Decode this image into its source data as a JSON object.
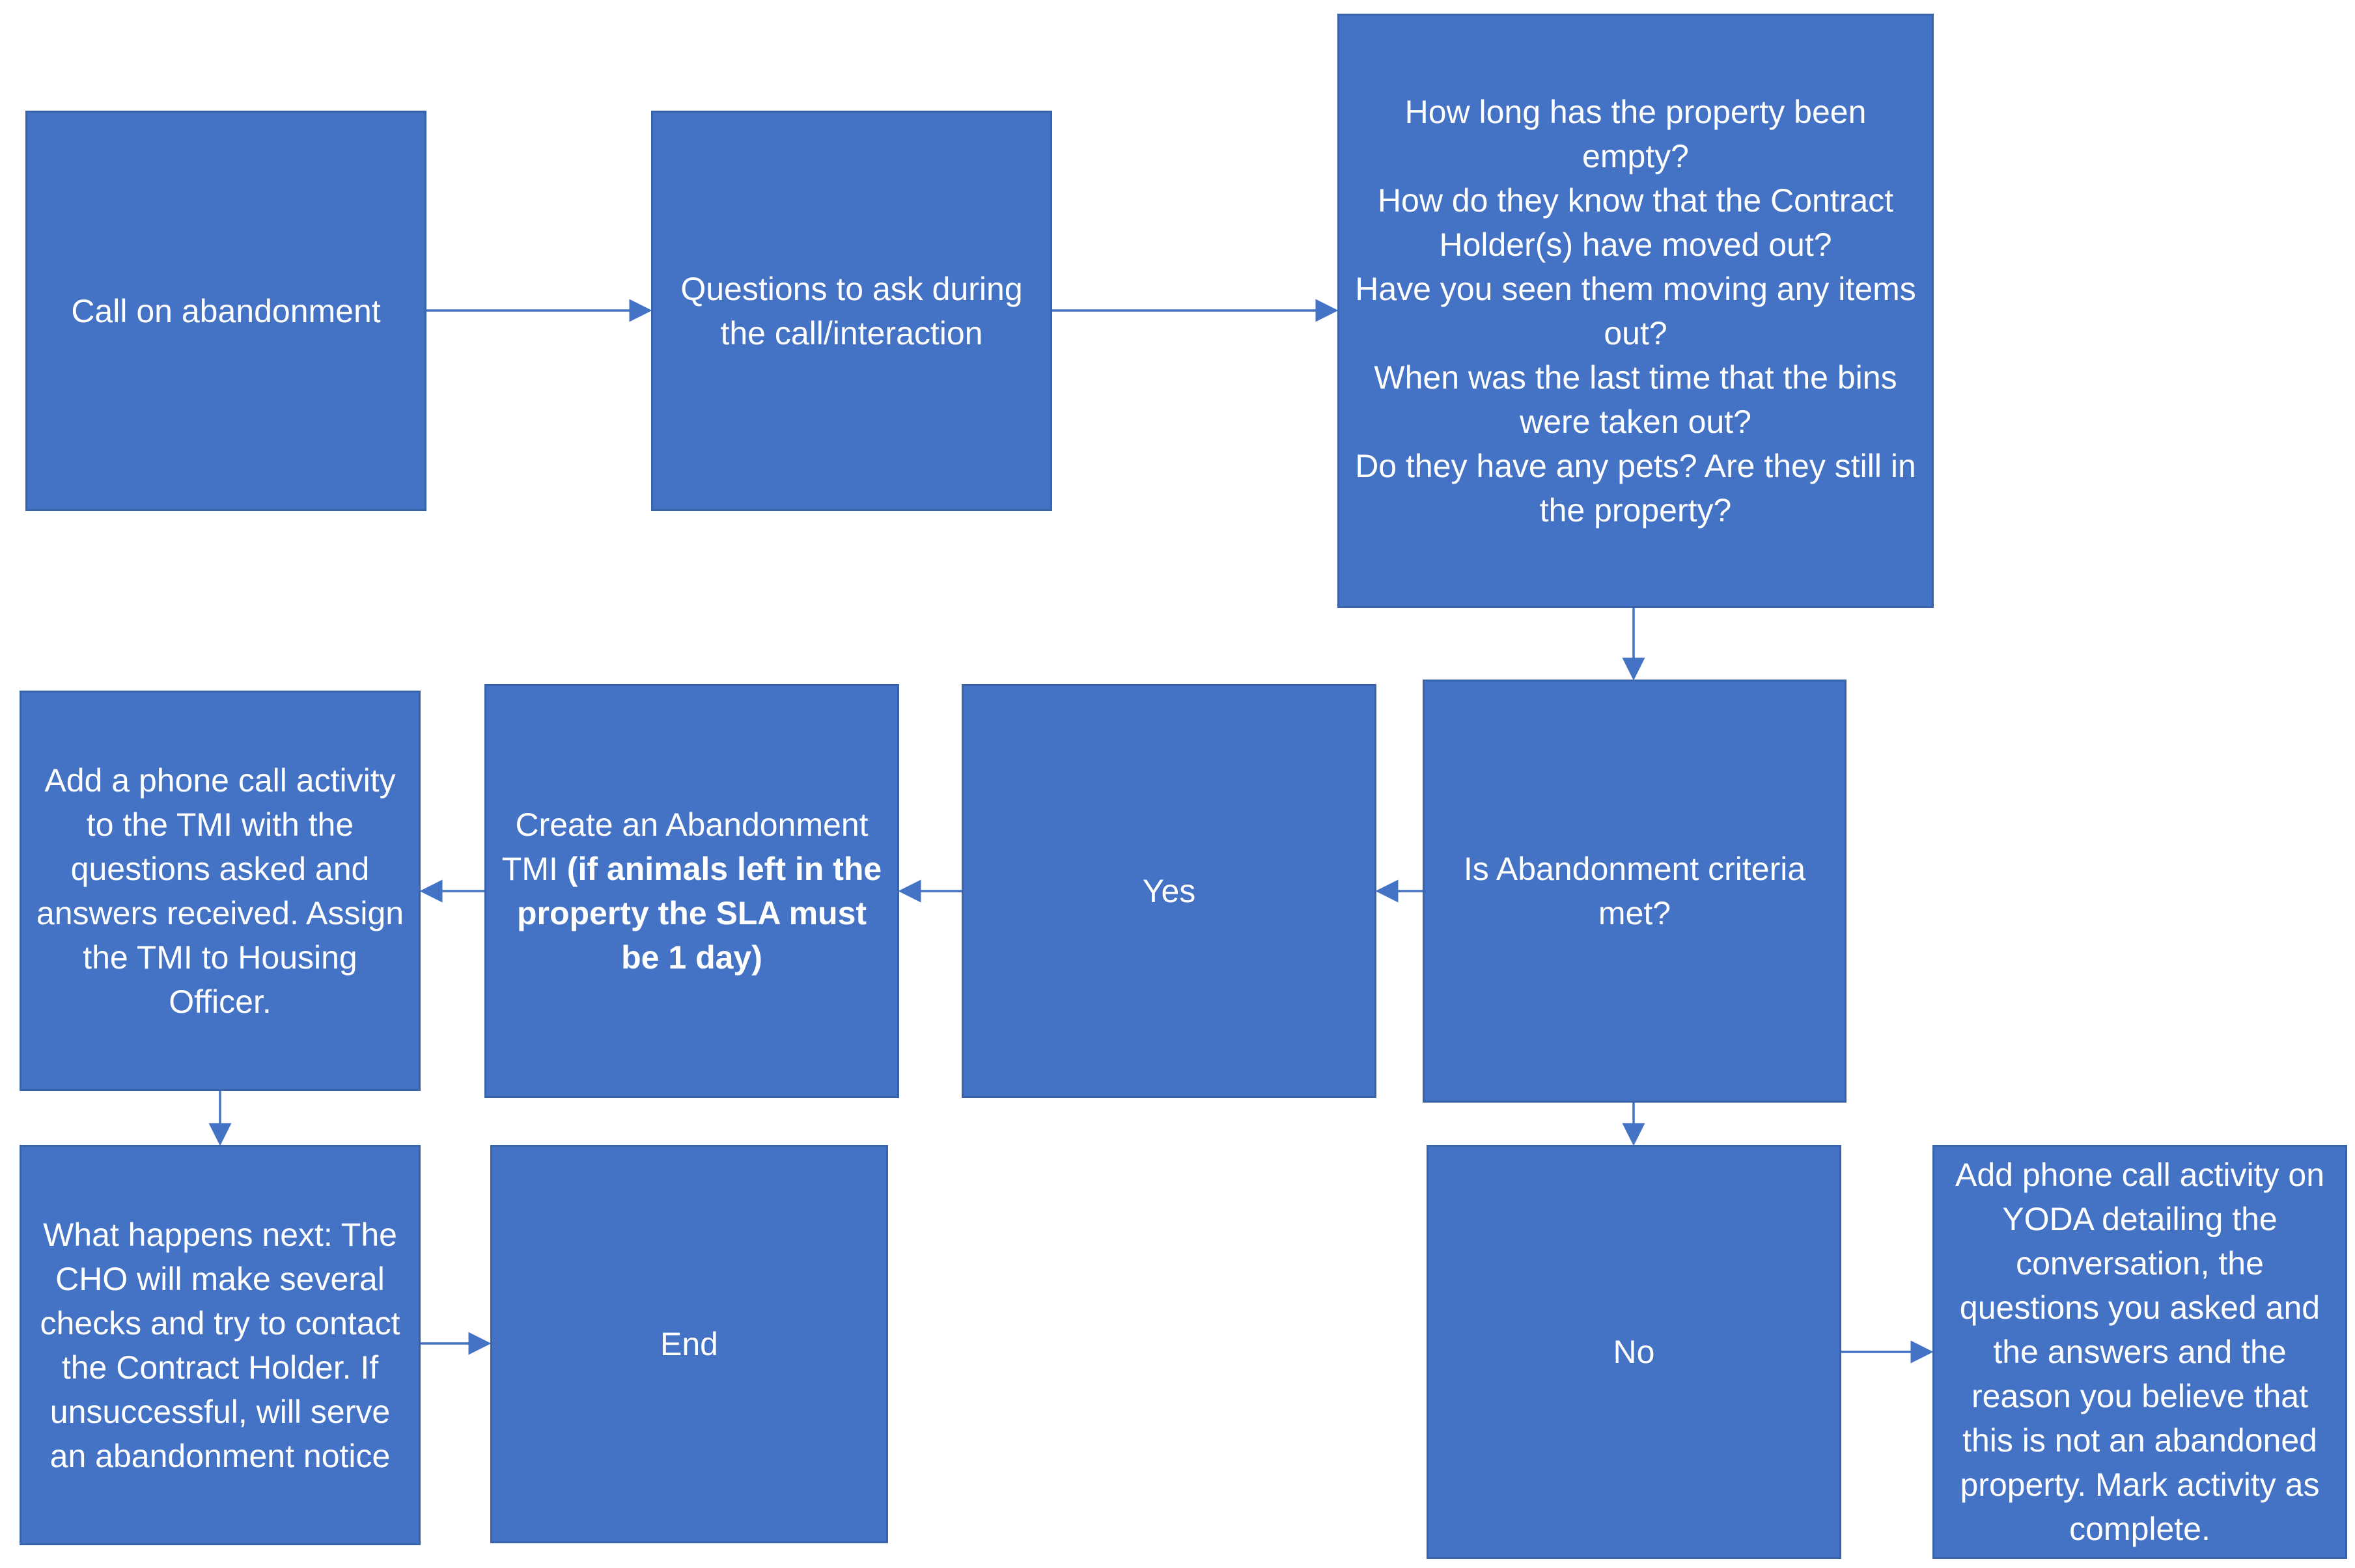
{
  "diagram": {
    "colors": {
      "box_fill": "#4472c4",
      "box_border": "#3a63ad",
      "connector": "#4472c4",
      "text": "#ffffff"
    },
    "nodes": {
      "call": {
        "text": "Call on abandonment"
      },
      "questions": {
        "text": "Questions to ask during the call/interaction"
      },
      "question_list": {
        "lines": [
          "How long has the property been empty?",
          "How do they know that the Contract Holder(s) have moved out?",
          "Have you seen them moving any items out?",
          "When was the last time that the bins were taken out?",
          "Do they have any pets? Are they still in the property?"
        ]
      },
      "criteria": {
        "text": "Is Abandonment criteria met?"
      },
      "yes": {
        "text": "Yes"
      },
      "create_tmi": {
        "text": "Create an Abandonment TMI",
        "emphasis": "(if animals left in the property the SLA must be 1 day)"
      },
      "add_activity": {
        "text": "Add a phone call activity to the TMI with the questions asked and answers received. Assign the TMI to Housing Officer."
      },
      "next": {
        "text": "What happens next: The CHO will make several checks and try to contact the Contract Holder. If unsuccessful, will serve an abandonment notice"
      },
      "end": {
        "text": "End"
      },
      "no": {
        "text": "No"
      },
      "yoda": {
        "text": "Add phone call activity on YODA detailing the conversation, the questions you asked and the answers and the reason you believe that this is not an abandoned property. Mark activity as complete."
      }
    }
  }
}
